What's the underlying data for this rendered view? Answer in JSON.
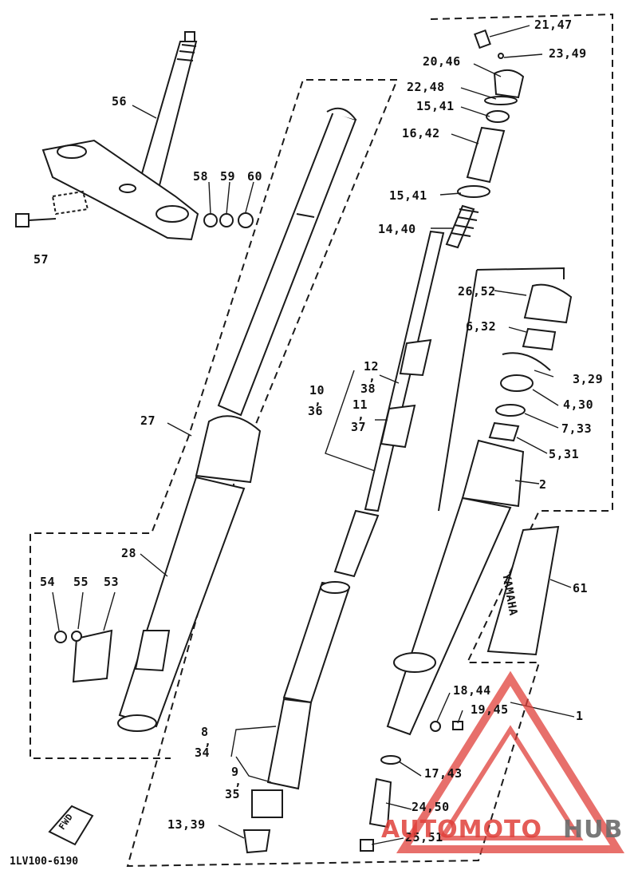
{
  "callouts": {
    "c56": "56",
    "c58": "58",
    "c59": "59",
    "c60": "60",
    "c57": "57",
    "c27": "27",
    "c28": "28",
    "c54": "54",
    "c55": "55",
    "c53": "53",
    "c21_47": "21,47",
    "c20_46": "20,46",
    "c23_49": "23,49",
    "c22_48": "22,48",
    "c15_41a": "15,41",
    "c16_42": "16,42",
    "c15_41b": "15,41",
    "c14_40": "14,40",
    "c26_52": "26,52",
    "c6_32": "6,32",
    "c3_29": "3,29",
    "c4_30": "4,30",
    "c7_33": "7,33",
    "c5_31": "5,31",
    "c2": "2",
    "c61": "61",
    "c12": "12",
    "c38": "38",
    "c10": "10",
    "c36": "36",
    "c11": "11",
    "c37": "37",
    "c18_44": "18,44",
    "c19_45": "19,45",
    "c1": "1",
    "c17_43": "17,43",
    "c24_50": "24,50",
    "c25_51": "25,51",
    "c8": "8",
    "c34": "34",
    "c9": "9",
    "c35": "35",
    "c13_39": "13,39"
  },
  "commas": ",",
  "diagram_code": "1LV100-6190",
  "fwd_label": "FWD",
  "decal_text": "YAMAHA",
  "watermark": {
    "part1": "AUTOMOTO",
    "part2": "HUB"
  },
  "colors": {
    "line": "#1a1a1a",
    "watermark_red": "#e0403a",
    "watermark_gray": "#6b6b6b"
  }
}
